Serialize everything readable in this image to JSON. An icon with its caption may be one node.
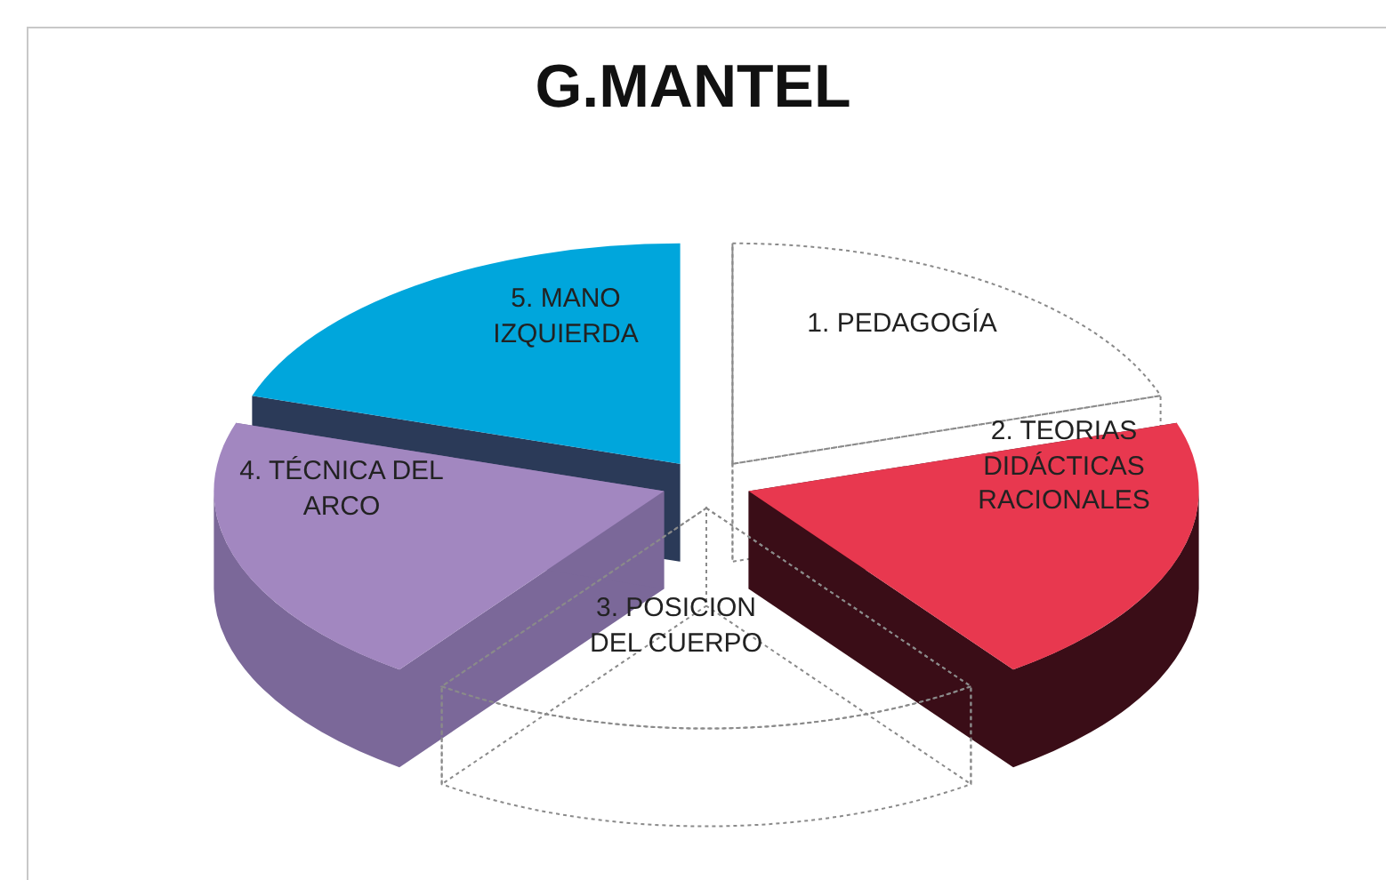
{
  "diagram": {
    "title": "G.MANTEL",
    "nodes": [
      {
        "text": [
          "1. PEDAGOGÍA"
        ]
      },
      {
        "text": [
          "2. TEORIAS DIDÁCTICAS RACIONALES"
        ]
      },
      {
        "text": [
          "3. POSICION DEL CUERPO"
        ]
      },
      {
        "text": [
          "4. TÉCNICA DEL ARCO"
        ]
      },
      {
        "text": [
          "5. MANO IZQUIERDA"
        ]
      }
    ]
  }
}
